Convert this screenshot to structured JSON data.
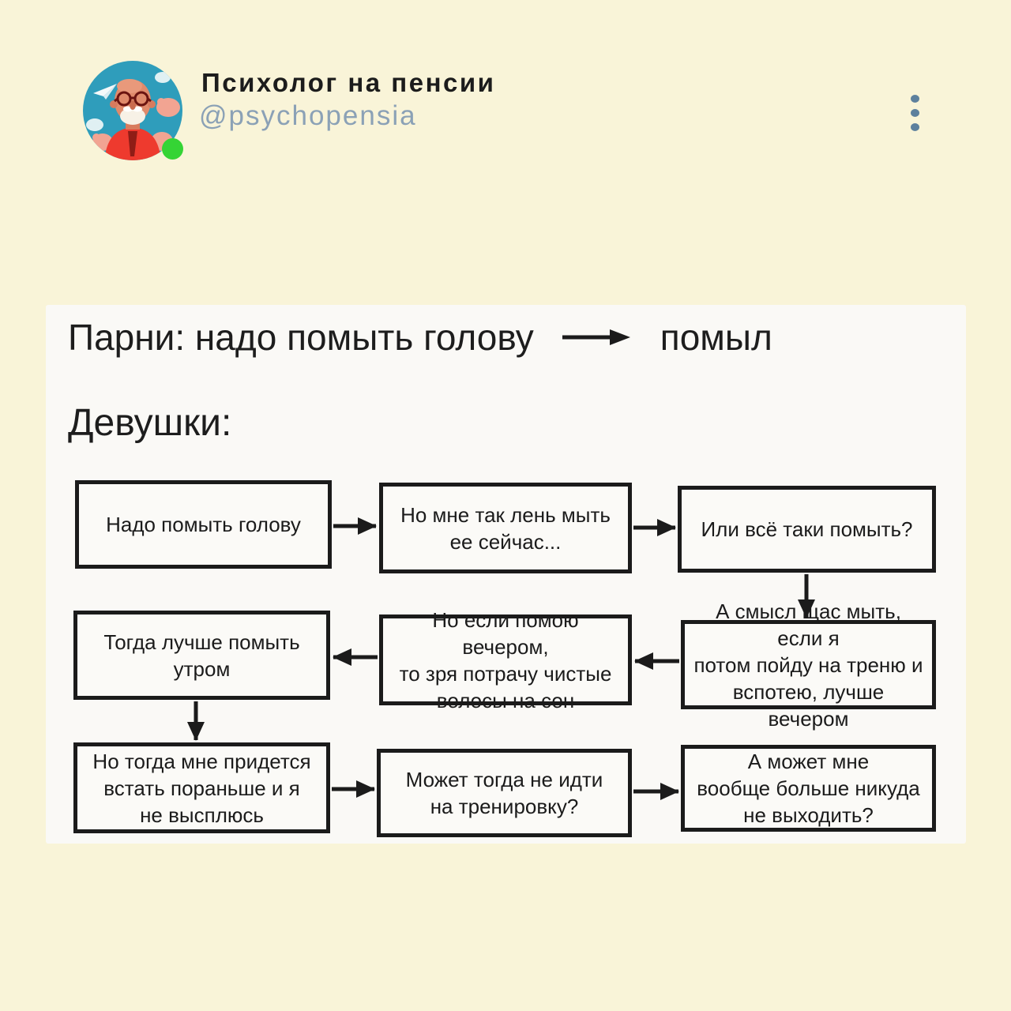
{
  "colors": {
    "background": "#f9f4d8",
    "card": "#faf9f6",
    "ink": "#1b1b1b",
    "channel_name_color": "#1c1c1c",
    "handle_color": "#8ba1b6",
    "menu_dots_color": "#5d809d",
    "online_green": "#35d435",
    "avatar_teal": "#2f9dbb",
    "avatar_suit_red": "#ee3a2e",
    "avatar_brain_pink": "#f2a492"
  },
  "header": {
    "channel_name": "Психолог на пенсии",
    "handle": "@psychopensia",
    "avatar_illustration": "freud-cartoon-on-teal-with-brains-and-paper-planes",
    "online_status": "online"
  },
  "card": {
    "guys": {
      "label": "Парни: надо помыть голову",
      "result": "помыл"
    },
    "girls_heading": "Девушки:",
    "flowchart": {
      "boxes": [
        {
          "text": "Надо помыть голову"
        },
        {
          "text": "Но мне так лень мыть\nее сейчас..."
        },
        {
          "text": "Или всё таки помыть?"
        },
        {
          "text": "Тогда лучше помыть\nутром"
        },
        {
          "text": "Но если помою вечером,\nто зря потрачу чистые\nволосы на сон"
        },
        {
          "text": "А смысл щас мыть, если я\nпотом пойду на треню и\nвспотею, лучше вечером"
        },
        {
          "text": "Но тогда мне придется\nвстать пораньше и я\nне высплюсь"
        },
        {
          "text": "Может тогда не идти\nна тренировку?"
        },
        {
          "text": "А может мне\nвообще больше никуда\nне выходить?"
        }
      ],
      "arrows": [
        "1→2",
        "2→3",
        "3→6",
        "6→5",
        "5→4",
        "4→7",
        "7→8",
        "8→9"
      ]
    }
  }
}
